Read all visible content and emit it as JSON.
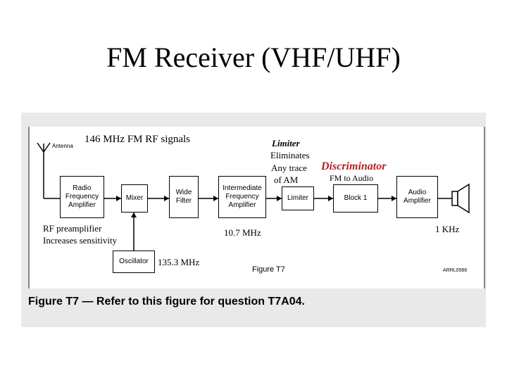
{
  "title": "FM Receiver (VHF/UHF)",
  "figure": {
    "antenna_label": "Antenna",
    "blocks": {
      "rf_amp": "Radio\nFrequency\nAmplifier",
      "mixer": "Mixer",
      "wide_filter": "Wide\nFilter",
      "if_amp": "Intermediate\nFrequency\nAmplifier",
      "limiter": "Limiter",
      "block1": "Block 1",
      "audio_amp": "Audio\nAmplifier",
      "oscillator": "Oscillator"
    },
    "figure_label": "Figure T7",
    "code": "ARRL0566",
    "caption": "Figure T7 — Refer to this figure for question T7A04."
  },
  "annotations": {
    "rf_signals": "146 MHz FM RF signals",
    "limiter_title": "Limiter",
    "limiter_desc_1": "Eliminates",
    "limiter_desc_2": "Any trace",
    "limiter_desc_3": "of AM",
    "discriminator": "Discriminator",
    "fm_to_audio": "FM to Audio",
    "rf_pre_1": "RF preamplifier",
    "rf_pre_2": "Increases sensitivity",
    "if_freq": "10.7 MHz",
    "osc_freq": "135.3 MHz",
    "audio_freq": "1 KHz"
  },
  "colors": {
    "discriminator": "#b22222",
    "figure_bg": "#e9e9e9"
  }
}
